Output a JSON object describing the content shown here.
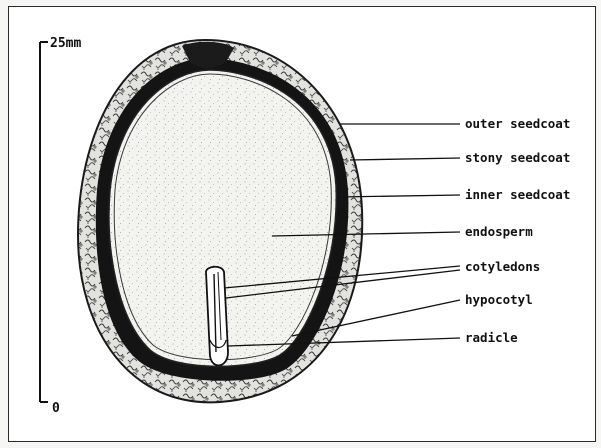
{
  "scale": {
    "top_label": "25mm",
    "bottom_label": "0"
  },
  "labels": {
    "outer_seedcoat": "outer seedcoat",
    "stony_seedcoat": "stony seedcoat",
    "inner_seedcoat": "inner seedcoat",
    "endosperm": "endosperm",
    "cotyledons": "cotyledons",
    "hypocotyl": "hypocotyl",
    "radicle": "radicle"
  },
  "colors": {
    "ink": "#111111",
    "outer_coat_fill": "#e4e4e0",
    "endosperm_fill": "#f2f2ee",
    "stony_coat": "#141414"
  }
}
